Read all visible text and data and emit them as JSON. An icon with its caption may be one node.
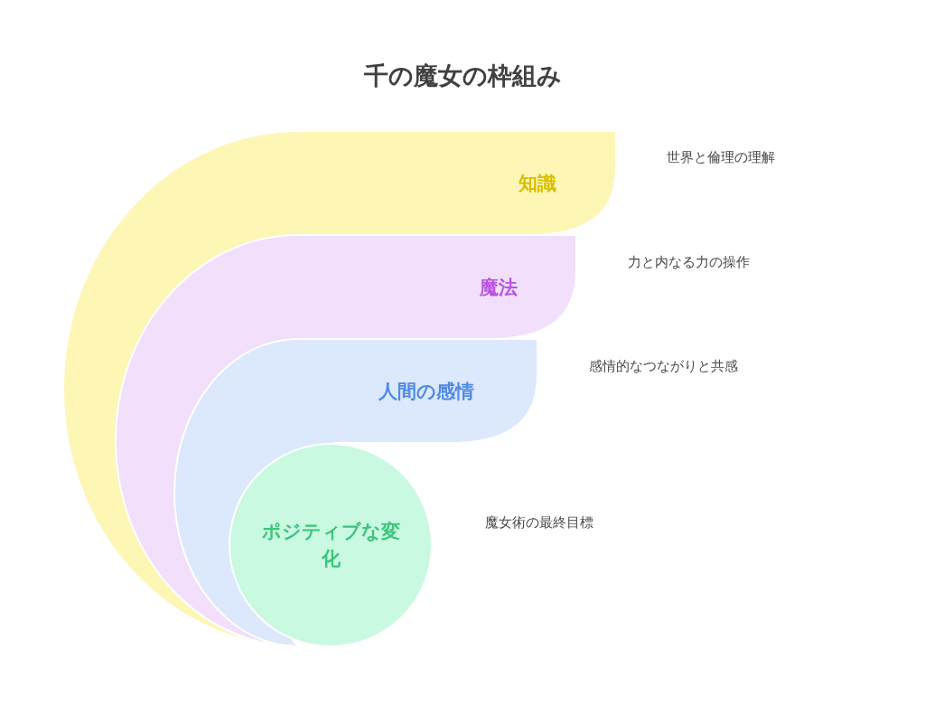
{
  "diagram": {
    "title": "千の魔女の枠組み",
    "nodes": [
      {
        "text": [
          "知識"
        ]
      },
      {
        "text": [
          "魔法"
        ],
        "in": 0
      },
      {
        "text": [
          "人間の感情"
        ],
        "in": 1
      },
      {
        "text": [
          "ポジティブな変化"
        ],
        "in": 2
      }
    ],
    "labels": [
      "世界と倫理の理解",
      "力と内なる力の操作",
      "感情的なつながりと共感",
      "魔女術の最終目標"
    ]
  }
}
